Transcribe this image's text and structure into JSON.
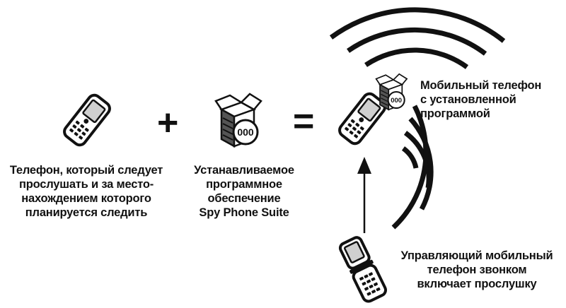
{
  "captions": {
    "target_phone": [
      "Телефон, который следует",
      "прослушать и за место-",
      "нахождением которого",
      "планируется следить"
    ],
    "software": [
      "Устанавливаемое",
      "программное",
      "обеспечение",
      "Spy Phone Suite"
    ],
    "result_phone": [
      "Мобильный телефон",
      "с установленной",
      "программой"
    ],
    "control_phone": [
      "Управляющий мобильный",
      "телефон звонком",
      "включает прослушку"
    ]
  },
  "operators": {
    "plus": "+",
    "equals": "="
  },
  "software_badge": "000",
  "icons": {
    "target_phone": "candybar-phone-icon",
    "software": "software-box-icon",
    "result_phone": "phone-with-software-icon",
    "control_phone": "flip-phone-icon",
    "signal": "signal-waves-icon",
    "arrow": "arrow-up-icon"
  },
  "colors": {
    "ink": "#111111",
    "background": "#ffffff",
    "screen": "#cfcfcf"
  }
}
